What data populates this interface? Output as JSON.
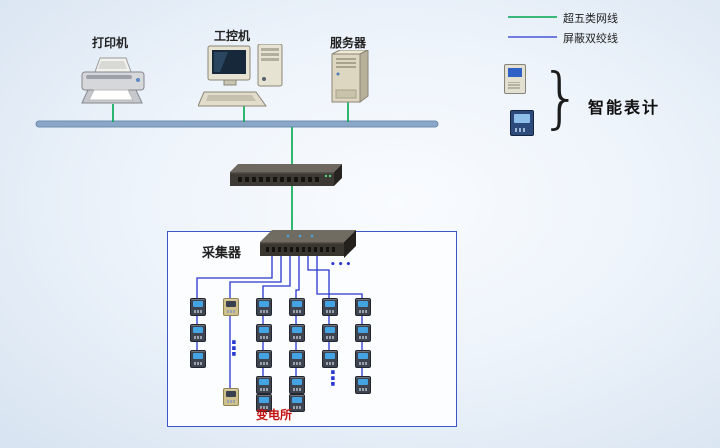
{
  "legend": {
    "cat5_label": "超五类网线",
    "stp_label": "屏蔽双绞线"
  },
  "top_devices": {
    "printer_label": "打印机",
    "ipc_label": "工控机",
    "server_label": "服务器"
  },
  "right_panel": {
    "smart_meter_label": "智能表计",
    "brace_glyph": "}"
  },
  "collector_box": {
    "collector_label": "采集器",
    "substation_label": "变电所"
  },
  "glyphs": {
    "h_dots": "•••",
    "v_dots": "⋮"
  },
  "colors": {
    "cat5_green": "#00a651",
    "stp_blue": "#2736cf",
    "bus_gray_blue": "#8aa7c7",
    "box_border_blue": "#3c55c9",
    "substation_red": "#c41212",
    "meter_screen_blue": "#44a3e3"
  },
  "icons": {
    "printer": "printer-icon",
    "industrial_pc": "industrial-pc-icon",
    "server": "server-icon",
    "switch": "switch-icon",
    "collector": "collector-icon",
    "meter": "meter-icon",
    "smart_meter_small": "smart-meter-a-icon",
    "smart_meter_large": "smart-meter-b-icon",
    "brace": "right-brace-glyph"
  }
}
